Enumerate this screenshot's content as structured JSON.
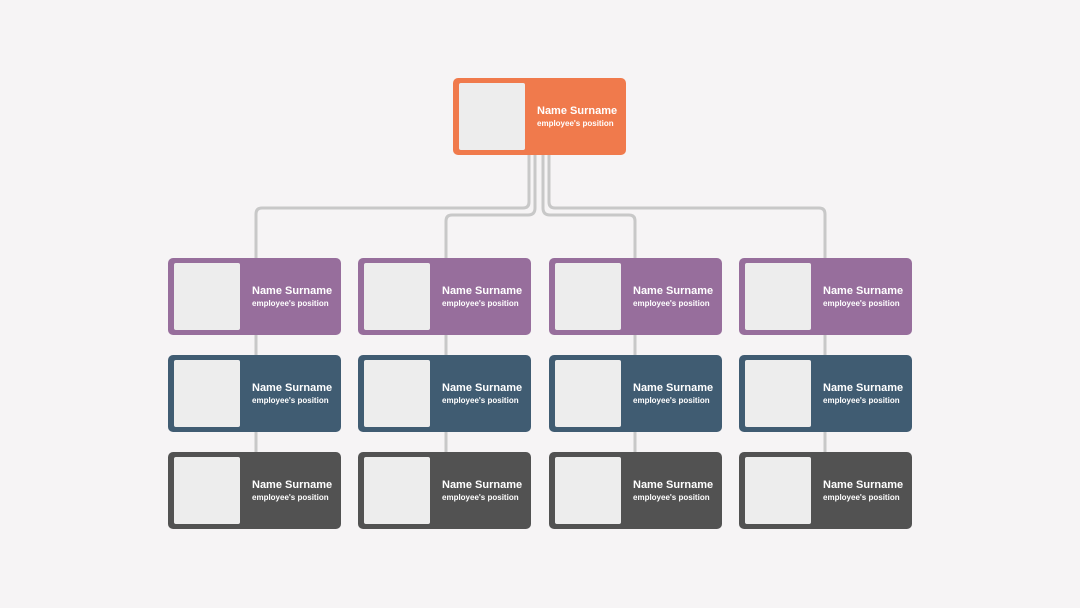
{
  "colors": {
    "background": "#f6f4f5",
    "connector": "#c8c8c8",
    "top_card": "#f07a4c",
    "row_1_card": "#976e9c",
    "row_2_card": "#405c72",
    "row_3_card": "#525252",
    "photo_placeholder": "#ededed",
    "text": "#ffffff"
  },
  "top": {
    "name": "Name Surname",
    "position": "employee's position"
  },
  "columns": [
    {
      "row_1": {
        "name": "Name Surname",
        "position": "employee's position"
      },
      "row_2": {
        "name": "Name Surname",
        "position": "employee's position"
      },
      "row_3": {
        "name": "Name Surname",
        "position": "employee's position"
      }
    },
    {
      "row_1": {
        "name": "Name Surname",
        "position": "employee's position"
      },
      "row_2": {
        "name": "Name Surname",
        "position": "employee's position"
      },
      "row_3": {
        "name": "Name Surname",
        "position": "employee's position"
      }
    },
    {
      "row_1": {
        "name": "Name Surname",
        "position": "employee's position"
      },
      "row_2": {
        "name": "Name Surname",
        "position": "employee's position"
      },
      "row_3": {
        "name": "Name Surname",
        "position": "employee's position"
      }
    },
    {
      "row_1": {
        "name": "Name Surname",
        "position": "employee's position"
      },
      "row_2": {
        "name": "Name Surname",
        "position": "employee's position"
      },
      "row_3": {
        "name": "Name Surname",
        "position": "employee's position"
      }
    }
  ]
}
